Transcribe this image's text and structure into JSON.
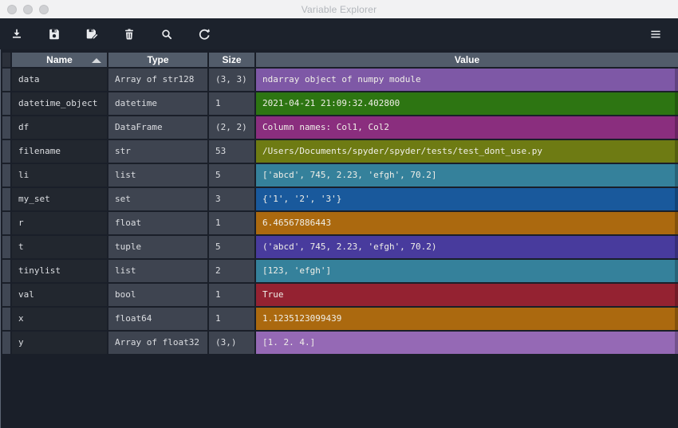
{
  "window": {
    "title": "Variable Explorer"
  },
  "titlebar": {
    "buttons": [
      "close",
      "minimize",
      "zoom"
    ]
  },
  "toolbar": {
    "buttons": [
      {
        "label": "Import data",
        "icon": "import-icon"
      },
      {
        "label": "Save data",
        "icon": "save-icon"
      },
      {
        "label": "Save data as",
        "icon": "save-as-icon"
      },
      {
        "label": "Remove variable",
        "icon": "trash-icon"
      },
      {
        "label": "Search variable names and types",
        "icon": "search-icon"
      },
      {
        "label": "Refresh variables",
        "icon": "refresh-icon"
      }
    ],
    "menu": {
      "label": "Options",
      "icon": "options-menu-icon"
    }
  },
  "table": {
    "columns": [
      {
        "label": "Name",
        "sorted": "ascending"
      },
      {
        "label": "Type"
      },
      {
        "label": "Size"
      },
      {
        "label": "Value"
      }
    ],
    "rows": [
      {
        "name": "data",
        "type": "Array of str128",
        "size": "(3, 3)",
        "value": "ndarray object of numpy module",
        "color": "#7e58a6"
      },
      {
        "name": "datetime_object",
        "type": "datetime",
        "size": "1",
        "value": "2021-04-21 21:09:32.402800",
        "color": "#2d7512"
      },
      {
        "name": "df",
        "type": "DataFrame",
        "size": "(2, 2)",
        "value": "Column names: Col1, Col2",
        "color": "#8a2e7e"
      },
      {
        "name": "filename",
        "type": "str",
        "size": "53",
        "value": "/Users/Documents/spyder/spyder/tests/test_dont_use.py",
        "color": "#6e7b13"
      },
      {
        "name": "li",
        "type": "list",
        "size": "5",
        "value": "['abcd', 745, 2.23, 'efgh', 70.2]",
        "color": "#35819b"
      },
      {
        "name": "my_set",
        "type": "set",
        "size": "3",
        "value": "{'1', '2', '3'}",
        "color": "#19599c"
      },
      {
        "name": "r",
        "type": "float",
        "size": "1",
        "value": "6.46567886443",
        "color": "#ab690f"
      },
      {
        "name": "t",
        "type": "tuple",
        "size": "5",
        "value": "('abcd', 745, 2.23, 'efgh', 70.2)",
        "color": "#483b9d"
      },
      {
        "name": "tinylist",
        "type": "list",
        "size": "2",
        "value": "[123, 'efgh']",
        "color": "#35819b"
      },
      {
        "name": "val",
        "type": "bool",
        "size": "1",
        "value": "True",
        "color": "#942231"
      },
      {
        "name": "x",
        "type": "float64",
        "size": "1",
        "value": "1.1235123099439",
        "color": "#ab690f"
      },
      {
        "name": "y",
        "type": "Array of float32",
        "size": "(3,)",
        "value": "[1. 2. 4.]",
        "color": "#9569b5"
      }
    ]
  },
  "ui_colors": {
    "toolbar_bg": "#1c222c",
    "panel_bg": "#1a1f29",
    "header_bg": "#525c6a",
    "name_cell_bg": "#22272f",
    "type_size_cell_bg": "#3e4450",
    "titlebar_bg": "#f2f2f3"
  }
}
